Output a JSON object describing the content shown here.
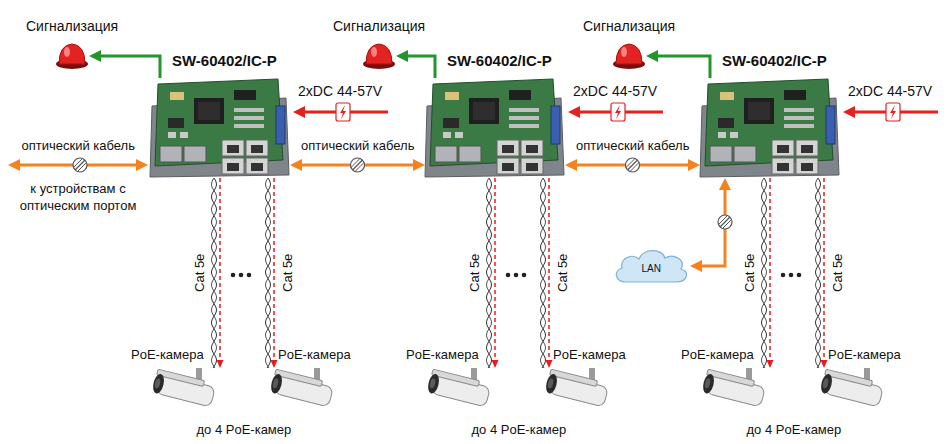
{
  "diagram": {
    "nodes": [
      {
        "text": [
          "Сигнализация"
        ]
      },
      {
        "text": [
          "SW-60402/IC-P"
        ]
      },
      {
        "text": [
          "Сигнализация"
        ]
      },
      {
        "text": [
          "SW-60402/IC-P"
        ]
      },
      {
        "text": [
          "Сигнализация"
        ]
      },
      {
        "text": [
          "SW-60402/IC-P"
        ]
      },
      {
        "text": [
          "LAN"
        ]
      },
      {
        "text": [
          "PoE-камера"
        ]
      },
      {
        "text": [
          "PoE-камера"
        ]
      },
      {
        "text": [
          "PoE-камера"
        ]
      },
      {
        "text": [
          "PoE-камера"
        ]
      },
      {
        "text": [
          "PoE-камера"
        ]
      },
      {
        "text": [
          "PoE-камера"
        ]
      }
    ],
    "edges": [
      {
        "from": 1,
        "to": 0,
        "arrow": "to"
      },
      {
        "from": 3,
        "to": 2,
        "arrow": "to"
      },
      {
        "from": 5,
        "to": 4,
        "arrow": "to"
      },
      {
        "from": 1,
        "to": 3,
        "arrow": "both",
        "label": "оптический кабель"
      },
      {
        "from": 3,
        "to": 5,
        "arrow": "both",
        "label": "оптический кабель"
      },
      {
        "from": 5,
        "to": 6,
        "arrow": "both"
      },
      {
        "from": 1,
        "to": 7,
        "arrow": "to",
        "label": "Cat 5e"
      },
      {
        "from": 1,
        "to": 8,
        "arrow": "to",
        "label": "Cat 5e"
      },
      {
        "from": 3,
        "to": 9,
        "arrow": "to",
        "label": "Cat 5e"
      },
      {
        "from": 3,
        "to": 10,
        "arrow": "to",
        "label": "Cat 5e"
      },
      {
        "from": 5,
        "to": 11,
        "arrow": "to",
        "label": "Cat 5e"
      },
      {
        "from": 5,
        "to": 12,
        "arrow": "to",
        "label": "Cat 5e"
      }
    ],
    "labels": [
      "2xDC 44-57V",
      "2xDC 44-57V",
      "2xDC 44-57V",
      "оптический кабель",
      "к устройствам с оптическим портом",
      "до 4 PoE-камер",
      "до 4 PoE-камер",
      "до 4 PoE-камер"
    ]
  }
}
